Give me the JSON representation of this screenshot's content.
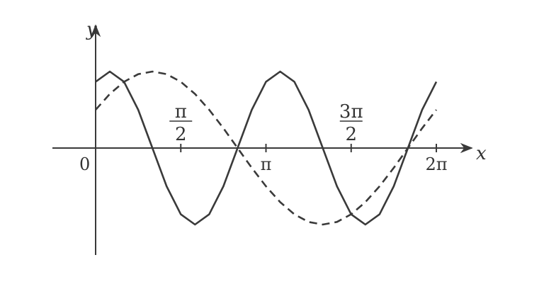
{
  "chart_data": {
    "type": "line",
    "axes": {
      "x_label": "x",
      "y_label": "y",
      "origin_label": "0",
      "x_range": [
        0,
        6.2832
      ],
      "y_range": [
        -1,
        1
      ]
    },
    "x_ticks": [
      {
        "value": 1.5708,
        "numerator": "π",
        "denominator": "2"
      },
      {
        "value": 3.1416,
        "label": "π"
      },
      {
        "value": 4.7124,
        "numerator": "3π",
        "denominator": "2"
      },
      {
        "value": 6.2832,
        "label": "2π"
      }
    ],
    "series": [
      {
        "style": "solid",
        "color": "#3a3a3a",
        "formula": "sin(2x + π/3)",
        "x": [
          0,
          0.2618,
          0.5236,
          0.7854,
          1.0472,
          1.309,
          1.5708,
          1.8326,
          2.0944,
          2.3562,
          2.618,
          2.8798,
          3.1416,
          3.4034,
          3.6652,
          3.927,
          4.1888,
          4.4506,
          4.7124,
          4.9742,
          5.236,
          5.4978,
          5.7596,
          6.0214,
          6.2832
        ],
        "y": [
          0.866,
          1.0,
          0.866,
          0.5,
          0.0,
          -0.5,
          -0.866,
          -1.0,
          -0.866,
          -0.5,
          0.0,
          0.5,
          0.866,
          1.0,
          0.866,
          0.5,
          0.0,
          -0.5,
          -0.866,
          -1.0,
          -0.866,
          -0.5,
          0.0,
          0.5,
          0.866
        ]
      },
      {
        "style": "dashed",
        "color": "#3a3a3a",
        "formula": "sin(x + π/6)",
        "x": [
          0,
          0.2618,
          0.5236,
          0.7854,
          1.0472,
          1.309,
          1.5708,
          1.8326,
          2.0944,
          2.3562,
          2.618,
          2.8798,
          3.1416,
          3.4034,
          3.6652,
          3.927,
          4.1888,
          4.4506,
          4.7124,
          4.9742,
          5.236,
          5.4978,
          5.7596,
          6.0214,
          6.2832
        ],
        "y": [
          0.5,
          0.707,
          0.866,
          0.966,
          1.0,
          0.966,
          0.866,
          0.707,
          0.5,
          0.259,
          0.0,
          -0.259,
          -0.5,
          -0.707,
          -0.866,
          -0.966,
          -1.0,
          -0.966,
          -0.866,
          -0.707,
          -0.5,
          -0.259,
          0.0,
          0.259,
          0.5
        ]
      }
    ],
    "grid": false,
    "legend": "none"
  }
}
